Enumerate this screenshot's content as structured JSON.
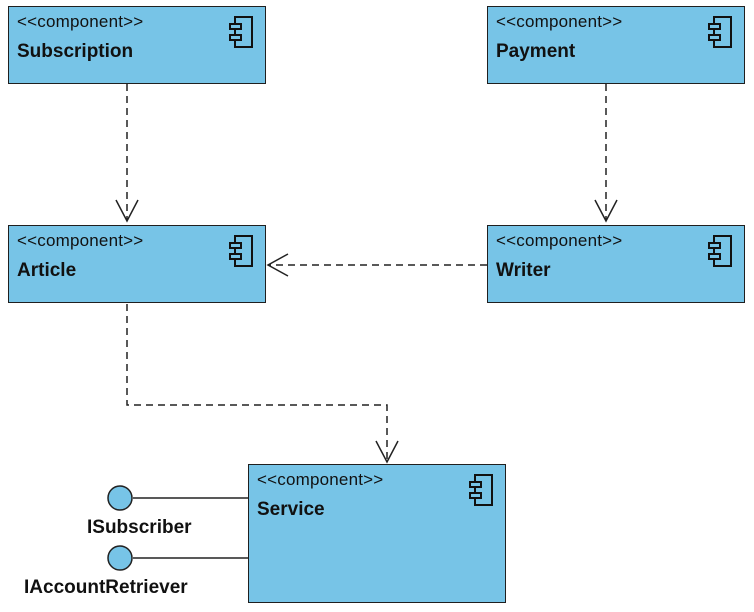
{
  "components": {
    "subscription": {
      "stereotype": "<<component>>",
      "name": "Subscription"
    },
    "payment": {
      "stereotype": "<<component>>",
      "name": "Payment"
    },
    "article": {
      "stereotype": "<<component>>",
      "name": "Article"
    },
    "writer": {
      "stereotype": "<<component>>",
      "name": "Writer"
    },
    "service": {
      "stereotype": "<<component>>",
      "name": "Service"
    }
  },
  "interfaces": {
    "isubscriber": {
      "name": "ISubscriber"
    },
    "iaccountretriever": {
      "name": "IAccountRetriever"
    }
  },
  "colors": {
    "component_fill": "#77c4e7",
    "border": "#1f1f1f",
    "line": "#222222"
  },
  "icons": {
    "component": "uml-component-icon",
    "interface": "lollipop-interface-icon"
  }
}
